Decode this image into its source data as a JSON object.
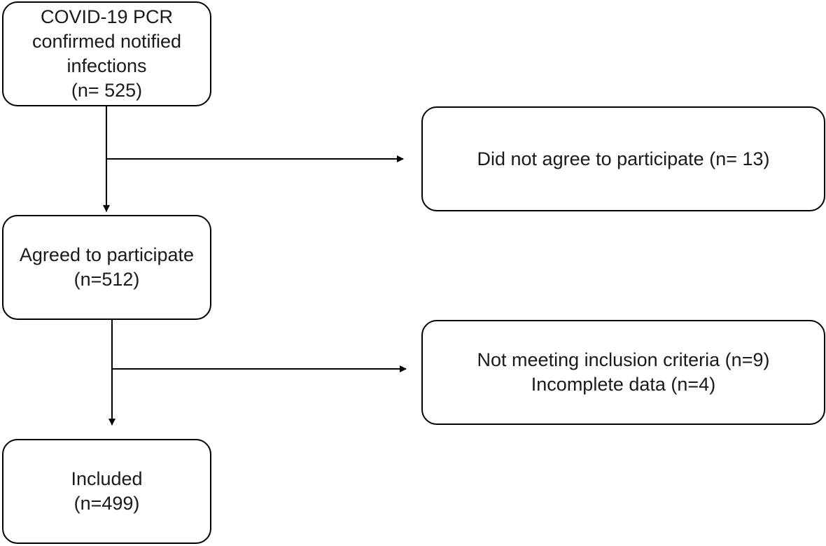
{
  "boxes": {
    "covid_infections": {
      "lines": [
        "COVID-19 PCR",
        "confirmed notified",
        "infections",
        "(n= 525)"
      ]
    },
    "did_not_agree": {
      "lines": [
        "Did not agree to participate (n= 13)"
      ]
    },
    "agreed": {
      "lines": [
        "Agreed to participate",
        "(n=512)"
      ]
    },
    "excluded": {
      "lines": [
        "Not meeting inclusion criteria (n=9)",
        "Incomplete data (n=4)"
      ]
    },
    "included": {
      "lines": [
        "Included",
        "(n=499)"
      ]
    }
  },
  "colors": {
    "border": "#000000",
    "text": "#1a1a1a",
    "background": "#ffffff"
  }
}
